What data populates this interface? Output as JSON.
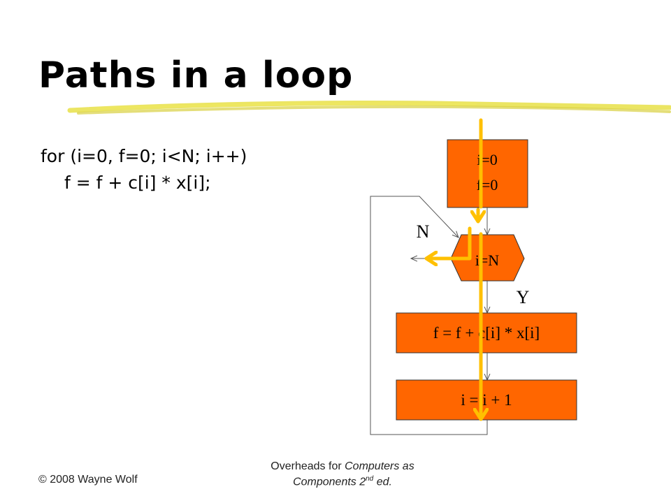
{
  "slide": {
    "title": "Paths in a loop",
    "code": {
      "line1": "for (i=0, f=0; i<N; i++)",
      "line2": "f = f + c[i] * x[i];"
    }
  },
  "flowchart": {
    "init_line1": "i=0",
    "init_line2": "f=0",
    "decision": "i=N",
    "label_no": "N",
    "label_yes": "Y",
    "body": "f = f + c[i] * x[i]",
    "increment": "i = i + 1"
  },
  "colors": {
    "box_fill": "#FF6600",
    "path_highlight": "#FFC000",
    "brush_stroke": "#E8E048"
  },
  "footer": {
    "copyright": "© 2008 Wayne Wolf",
    "line1_prefix": "Overheads for ",
    "line1_italic": "Computers as",
    "line2_italic": "Components 2",
    "line2_sup": "nd",
    "line2_suffix": " ed."
  }
}
